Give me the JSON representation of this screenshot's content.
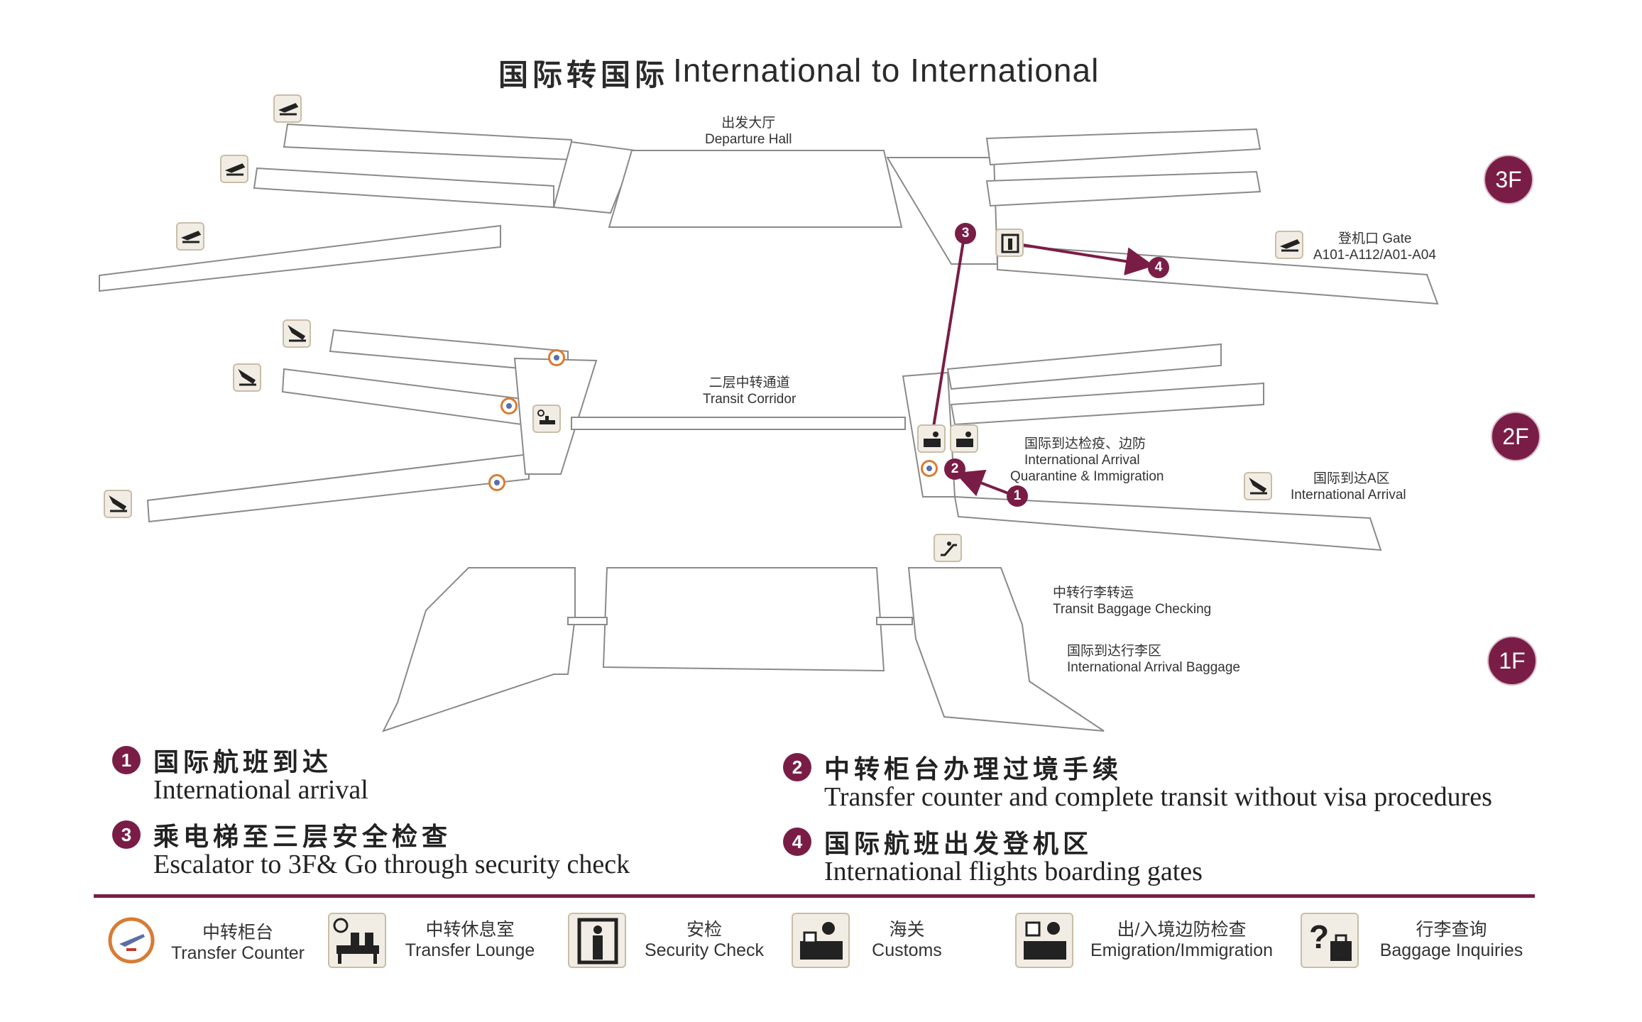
{
  "title": {
    "cn": "国际转国际",
    "en": "International to International"
  },
  "floors": {
    "f3": "3F",
    "f2": "2F",
    "f1": "1F"
  },
  "labels": {
    "departure_hall": {
      "cn": "出发大厅",
      "en": "Departure Hall"
    },
    "gate": {
      "cn": "登机口 Gate",
      "en": "A101-A112/A01-A04"
    },
    "transit_corridor": {
      "cn": "二层中转通道",
      "en": "Transit Corridor"
    },
    "intl_arrival_qi": {
      "cn": "国际到达检疫、边防",
      "en1": "International Arrival",
      "en2": "Quarantine & Immigration"
    },
    "intl_arrival_a": {
      "cn": "国际到达A区",
      "en": "International Arrival"
    },
    "transit_baggage": {
      "cn": "中转行李转运",
      "en": "Transit Baggage Checking"
    },
    "arrival_baggage": {
      "cn": "国际到达行李区",
      "en": "International Arrival Baggage"
    }
  },
  "markers": {
    "m1": "1",
    "m2": "2",
    "m3": "3",
    "m4": "4"
  },
  "steps": [
    {
      "num": "1",
      "cn": "国际航班到达",
      "en": "International  arrival"
    },
    {
      "num": "2",
      "cn": "中转柜台办理过境手续",
      "en": "Transfer counter and complete transit without visa procedures"
    },
    {
      "num": "3",
      "cn": "乘电梯至三层安全检查",
      "en": "Escalator  to  3F& Go through security check"
    },
    {
      "num": "4",
      "cn": "国际航班出发登机区",
      "en": "International flights boarding gates"
    }
  ],
  "legend": [
    {
      "cn": "中转柜台",
      "en": "Transfer Counter",
      "icon": "transfer-counter-icon"
    },
    {
      "cn": "中转休息室",
      "en": "Transfer Lounge",
      "icon": "lounge-icon"
    },
    {
      "cn": "安检",
      "en": "Security Check",
      "icon": "security-check-icon"
    },
    {
      "cn": "海关",
      "en": "Customs",
      "icon": "customs-icon"
    },
    {
      "cn": "出/入境边防检查",
      "en": "Emigration/Immigration",
      "icon": "immigration-icon"
    },
    {
      "cn": "行李查询",
      "en": "Baggage Inquiries",
      "icon": "baggage-inquiry-icon"
    }
  ],
  "colors": {
    "accent": "#7a1d46",
    "floor_fill": "#ffffff",
    "floor_edge": "#8a8a8a",
    "icon_bg": "#f2ede4"
  }
}
